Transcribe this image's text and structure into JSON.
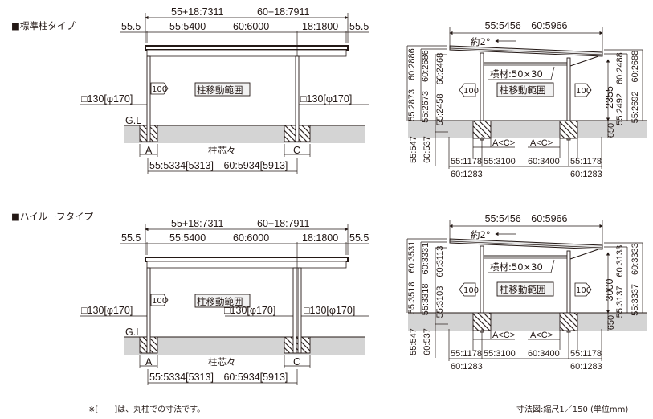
{
  "sections": [
    {
      "title": "■標準柱タイプ",
      "front": {
        "overall_top": [
          "55+18:7311",
          "60+18:7911"
        ],
        "edge_left": "55.5",
        "edge_right": "55.5",
        "span_main": [
          "55:5400",
          "60:6000"
        ],
        "span_ext": "18:1800",
        "post_left_label": "□130[φ170]",
        "post_right_label": "□130[φ170]",
        "post_mid_label": "",
        "move_arrow": "100",
        "move_range": "柱移動範囲",
        "gl": "G.L",
        "foot_left": "A",
        "foot_right": "C",
        "center_label": "柱芯々",
        "center_dims": "55:5334[5313]　60:5934[5913]"
      },
      "side": {
        "width": "55:5456　60:5966",
        "slope": "約2°",
        "beam": "横材:50×30",
        "move_range": "柱移動範囲",
        "move_left": "100",
        "move_right": "100",
        "left_heights": [
          "55:2873　60:2886",
          "55:2673　60:2686",
          "55:2458　60:2468"
        ],
        "left_depths": [
          "55:547",
          "60:537"
        ],
        "clear_height": "2355",
        "right_heights": [
          "55:2492　60:2488",
          "55:2692　60:2688"
        ],
        "foundation_depth": "650",
        "bottom_labels_a": [
          "A<C>",
          "A<C>"
        ],
        "bottom_dims": [
          "55:1178",
          "55:3100",
          "60:3400",
          "55:1178"
        ],
        "bottom_sub": [
          "60:1283",
          "60:1283"
        ]
      }
    },
    {
      "title": "■ハイルーフタイプ",
      "front": {
        "overall_top": [
          "55+18:7311",
          "60+18:7911"
        ],
        "edge_left": "55.5",
        "edge_right": "55.5",
        "span_main": [
          "55:5400",
          "60:6000"
        ],
        "span_ext": "18:1800",
        "post_left_label": "□130[φ170]",
        "post_right_label": "□130[φ170]",
        "post_mid_label": "□130[φ170]",
        "move_arrow": "100",
        "move_range": "柱移動範囲",
        "gl": "G.L",
        "foot_left": "A",
        "foot_right": "C",
        "center_label": "柱芯々",
        "center_dims": "55:5334[5313]　60:5934[5913]"
      },
      "side": {
        "width": "55:5456　60:5966",
        "slope": "約2°",
        "beam": "横材:50×30",
        "move_range": "柱移動範囲",
        "move_left": "100",
        "move_right": "100",
        "left_heights": [
          "55:3518　60:3531",
          "55:3318　60:3331",
          "55:3103　60:3113"
        ],
        "left_depths": [
          "55:547",
          "60:537"
        ],
        "clear_height": "3000",
        "right_heights": [
          "55:3137　60:3133",
          "55:3337　60:3333"
        ],
        "foundation_depth": "650",
        "bottom_labels_a": [
          "A<C>",
          "A<C>"
        ],
        "bottom_dims": [
          "55:1178",
          "55:3100",
          "60:3400",
          "55:1178"
        ],
        "bottom_sub": [
          "60:1283",
          "60:1283"
        ]
      }
    }
  ],
  "footer": {
    "note": "※[　　]は、丸柱での寸法です。",
    "scale": "寸法図:縮尺1／150 (単位mm)"
  }
}
